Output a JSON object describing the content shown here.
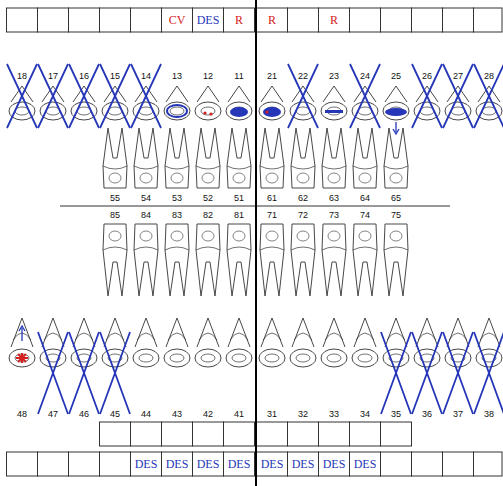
{
  "diagram": {
    "labels": [
      "CV",
      "DES",
      "R",
      "R",
      "R",
      "18",
      "17",
      "16",
      "15",
      "14",
      "13",
      "12",
      "11",
      "21",
      "22",
      "23",
      "24",
      "25",
      "26",
      "27",
      "28",
      "55",
      "54",
      "53",
      "52",
      "51",
      "61",
      "62",
      "63",
      "64",
      "65",
      "85",
      "84",
      "83",
      "82",
      "81",
      "71",
      "72",
      "73",
      "74",
      "75",
      "48",
      "47",
      "46",
      "45",
      "44",
      "43",
      "42",
      "41",
      "31",
      "32",
      "33",
      "34",
      "35",
      "36",
      "37",
      "38",
      "DES",
      "DES",
      "DES",
      "DES",
      "DES",
      "DES",
      "DES",
      "DES"
    ]
  }
}
